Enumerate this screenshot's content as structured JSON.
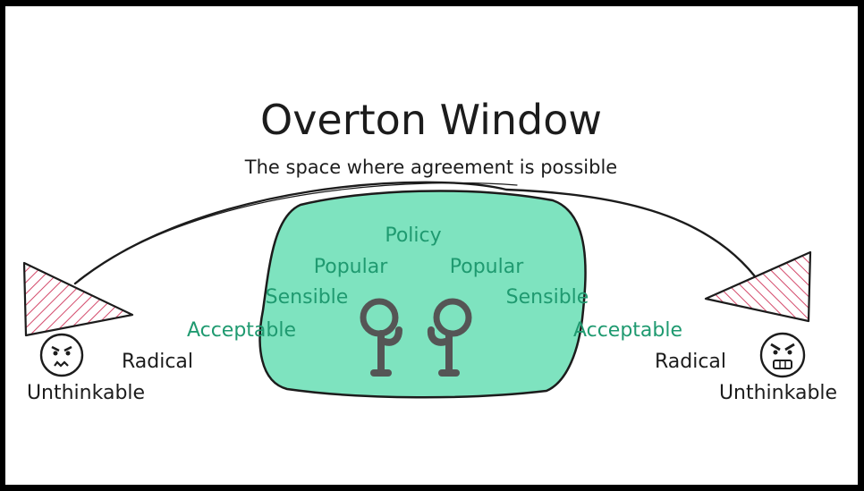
{
  "title": "Overton Window",
  "subtitle": "The space where agreement is possible",
  "center_label": "Policy",
  "left_labels": [
    "Popular",
    "Sensible",
    "Acceptable",
    "Radical",
    "Unthinkable"
  ],
  "right_labels": [
    "Popular",
    "Sensible",
    "Acceptable",
    "Radical",
    "Unthinkable"
  ],
  "colors": {
    "window_fill": "#7ee3bf",
    "label_text": "#1f9a70",
    "ink": "#1c1c1c",
    "hatch": "#d4496a",
    "figure": "#555555"
  },
  "icons": {
    "left_face": "angry-face-icon",
    "right_face": "furious-face-icon",
    "figures": "two-people-talking-icon"
  }
}
